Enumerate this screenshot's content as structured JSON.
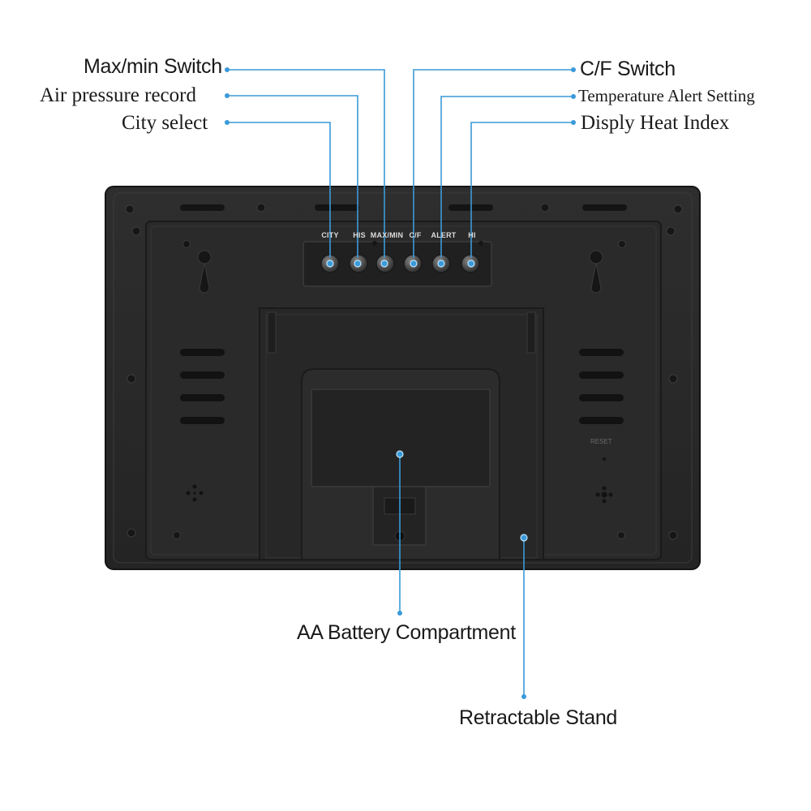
{
  "callouts": {
    "maxmin": "Max/min Switch",
    "air_pressure": "Air pressure record",
    "city": "City select",
    "cf": "C/F Switch",
    "temp_alert": "Temperature Alert Setting",
    "heat_index": "Disply Heat Index",
    "battery": "AA Battery Compartment",
    "stand": "Retractable Stand"
  },
  "device_buttons": {
    "city": "CITY",
    "his": "HIS",
    "maxmin": "MAX/MIN",
    "cf": "C/F",
    "alert": "ALERT",
    "hi": "HI"
  },
  "reset_label": "RESET",
  "colors": {
    "leader_line": "#3a9ad9",
    "device_body": "#2b2b2b"
  }
}
